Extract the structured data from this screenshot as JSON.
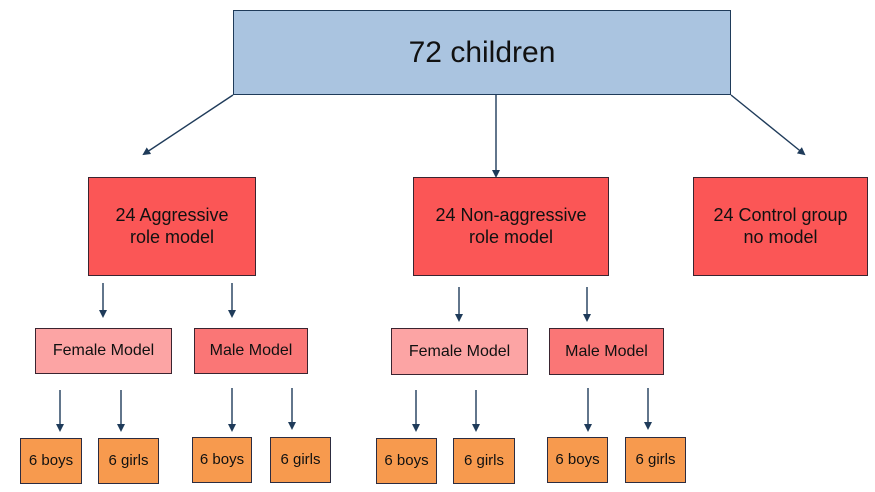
{
  "diagram": {
    "type": "tree",
    "colors": {
      "root": "#aac4e0",
      "group": "#fb5656",
      "female_model": "#fca4a4",
      "male_model": "#fa7676",
      "leaf": "#f79a4e",
      "arrow": "#1f3b5a"
    },
    "root": {
      "label": "72 children"
    },
    "groups": [
      {
        "label": "24 Aggressive\nrole model"
      },
      {
        "label": "24 Non-aggressive\nrole model"
      },
      {
        "label": "24 Control group\nno model"
      }
    ],
    "models": [
      {
        "label": "Female Model",
        "parent": 0
      },
      {
        "label": "Male Model",
        "parent": 0
      },
      {
        "label": "Female Model",
        "parent": 1
      },
      {
        "label": "Male Model",
        "parent": 1
      }
    ],
    "leaves": [
      {
        "label": "6 boys",
        "parent": 0
      },
      {
        "label": "6 girls",
        "parent": 0
      },
      {
        "label": "6 boys",
        "parent": 1
      },
      {
        "label": "6 girls",
        "parent": 1
      },
      {
        "label": "6 boys",
        "parent": 2
      },
      {
        "label": "6 girls",
        "parent": 2
      },
      {
        "label": "6 boys",
        "parent": 3
      },
      {
        "label": "6 girls",
        "parent": 3
      }
    ]
  }
}
